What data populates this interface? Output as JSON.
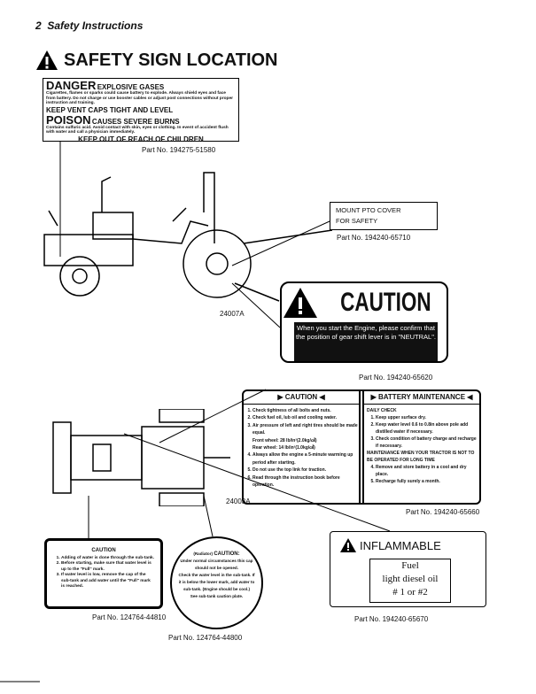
{
  "header": {
    "page": "2",
    "section": "Safety Instructions"
  },
  "title": "SAFETY SIGN LOCATION",
  "danger_sign": {
    "danger": "DANGER",
    "explosive": "EXPLOSIVE GASES",
    "text1": "Cigarettes, flames or sparks could cause battery to explode. Always shield eyes and face from battery. Do not charge or use booster cables or adjust post connections without proper instruction and training.",
    "vent": "KEEP VENT CAPS TIGHT AND LEVEL",
    "poison": "POISON",
    "burns": "CAUSES SEVERE BURNS",
    "text2": "Contains sulfuric acid. Avoid contact with skin, eyes or clothing. In event of accident flush with water and call a physician immediately.",
    "children": "KEEP OUT OF REACH OF CHILDREN",
    "part": "Part No. 194275-51580"
  },
  "figure1": "24007A",
  "pto_sign": {
    "line1": "MOUNT PTO COVER",
    "line2": "FOR SAFETY",
    "part": "Part No. 194240-65710"
  },
  "caution_sign": {
    "title": "CAUTION",
    "text": "When you start the Engine, please confirm that the position of gear shift lever is in \"NEUTRAL\".",
    "part": "Part No. 194240-65620"
  },
  "figure2": "24003A",
  "combo_sign": {
    "caution_title": "CAUTION",
    "caution_items": [
      "Check tightness of all bolts and nuts.",
      "Check fuel oil, lub oil and cooling water.",
      "Air pressure of left and right tires should be made equal.",
      "Always allow the engine a 5-minute warming up period after starting.",
      "Do not use the top link for traction.",
      "Read through the instruction book before operation."
    ],
    "front": "Front wheel: 28 lb/in²(2.0kg/㎠)",
    "rear": "Rear wheel: 14 lb/in²(1.0kg/㎠)",
    "battery_title": "BATTERY MAINTENANCE",
    "daily": "DAILY CHECK",
    "battery_items": [
      "Keep upper surface dry.",
      "Keep water level 0.6 to 0.8in above pole add distilled water if necessary.",
      "Check condition of battery charge and recharge if necessary."
    ],
    "maint": "MAINTENANCE WHEN YOUR TRACTOR IS NOT TO BE OPERATED FOR LONG TIME",
    "battery_items2": [
      "Remove and store battery in a cool and dry place.",
      "Recharge fully surely a month."
    ],
    "part": "Part No. 194240-65660"
  },
  "subtank_sign": {
    "title": "CAUTION",
    "items": [
      "Adding of water is done through the sub-tank.",
      "Before starting, make sure that water level is up to the \"Full\" mark.",
      "If water level is low, remove the cap of the sub-tank and add water until the \"Full\" mark is reached."
    ],
    "part": "Part No. 124764-44810"
  },
  "radiator_sign": {
    "label": "(Radiator)",
    "title": "CAUTION:",
    "items": [
      "Under normal circumstances this cap should not be opened.",
      "Check the water level in the sub-tank. If it is below the lower mark, add water to sub-tank. (Engine should be cool.)",
      "See sub-tank caution plate."
    ],
    "part": "Part No. 124764-44800"
  },
  "inflammable_sign": {
    "title": "INFLAMMABLE",
    "fuel": "Fuel",
    "oil": "light diesel oil",
    "grade": "# 1 or #2",
    "part": "Part No. 194240-65670"
  }
}
